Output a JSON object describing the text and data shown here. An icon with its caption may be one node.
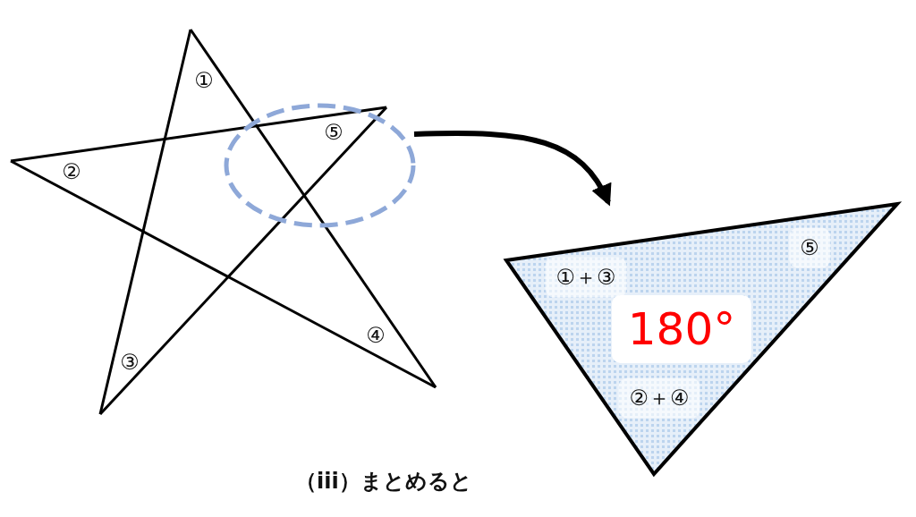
{
  "diagram": {
    "caption": "（iii）まとめると",
    "nodes": [
      {
        "text": [],
        "shape": "circle"
      },
      {
        "text": [
          "⑤",
          "①＋③",
          "180°",
          "②＋④"
        ]
      }
    ],
    "edges": [
      {
        "from": 0,
        "to": 1,
        "arrow": "to"
      }
    ],
    "labels": [
      "①",
      "⑤",
      "②",
      "④",
      "③"
    ]
  }
}
